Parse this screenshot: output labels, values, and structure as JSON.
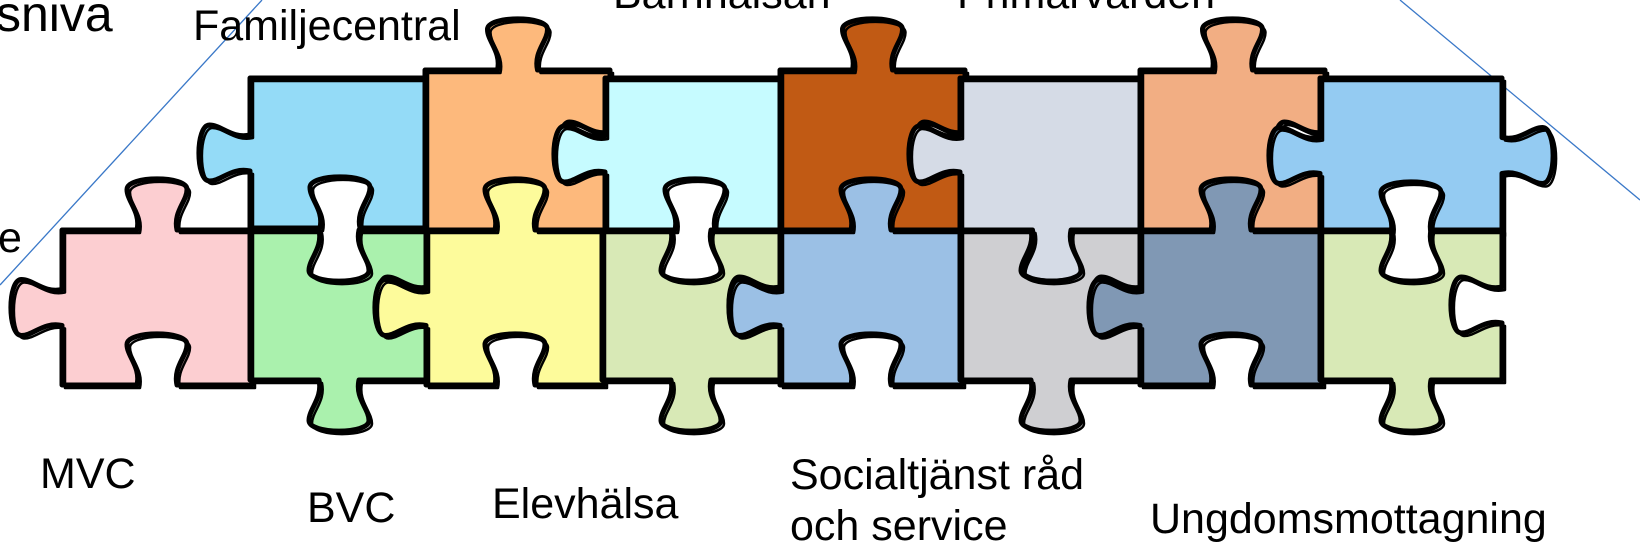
{
  "labels": {
    "top": [
      {
        "id": "familjecentral",
        "text": "Familjecentral"
      },
      {
        "id": "barnhalsan",
        "text": "Barnhälsan"
      },
      {
        "id": "primarvarden",
        "text": "Primärvården"
      }
    ],
    "bottom": [
      {
        "id": "mvc",
        "text": "MVC"
      },
      {
        "id": "bvc",
        "text": "BVC"
      },
      {
        "id": "elevhalsa",
        "text": "Elevhälsa"
      },
      {
        "id": "socialtjanst-1",
        "text": "Socialtjänst råd"
      },
      {
        "id": "socialtjanst-2",
        "text": "och service"
      },
      {
        "id": "ungdomsmottagning",
        "text": "Ungdomsmottagning"
      }
    ],
    "cropped_left_top": "sniva",
    "cropped_left_mid": "e"
  },
  "colors": {
    "top_row": [
      "#94dbf7",
      "#fdb97c",
      "#c6fbff",
      "#c15a14",
      "#d5dbe6",
      "#f2ae83",
      "#94cbf2"
    ],
    "bottom_row": [
      "#fcced1",
      "#aaf1ad",
      "#fdfb9b",
      "#d8e9b6",
      "#9bc0e5",
      "#cfcfd2",
      "#8098b4",
      "#d8e9b6"
    ],
    "line": "#3a78c8"
  }
}
